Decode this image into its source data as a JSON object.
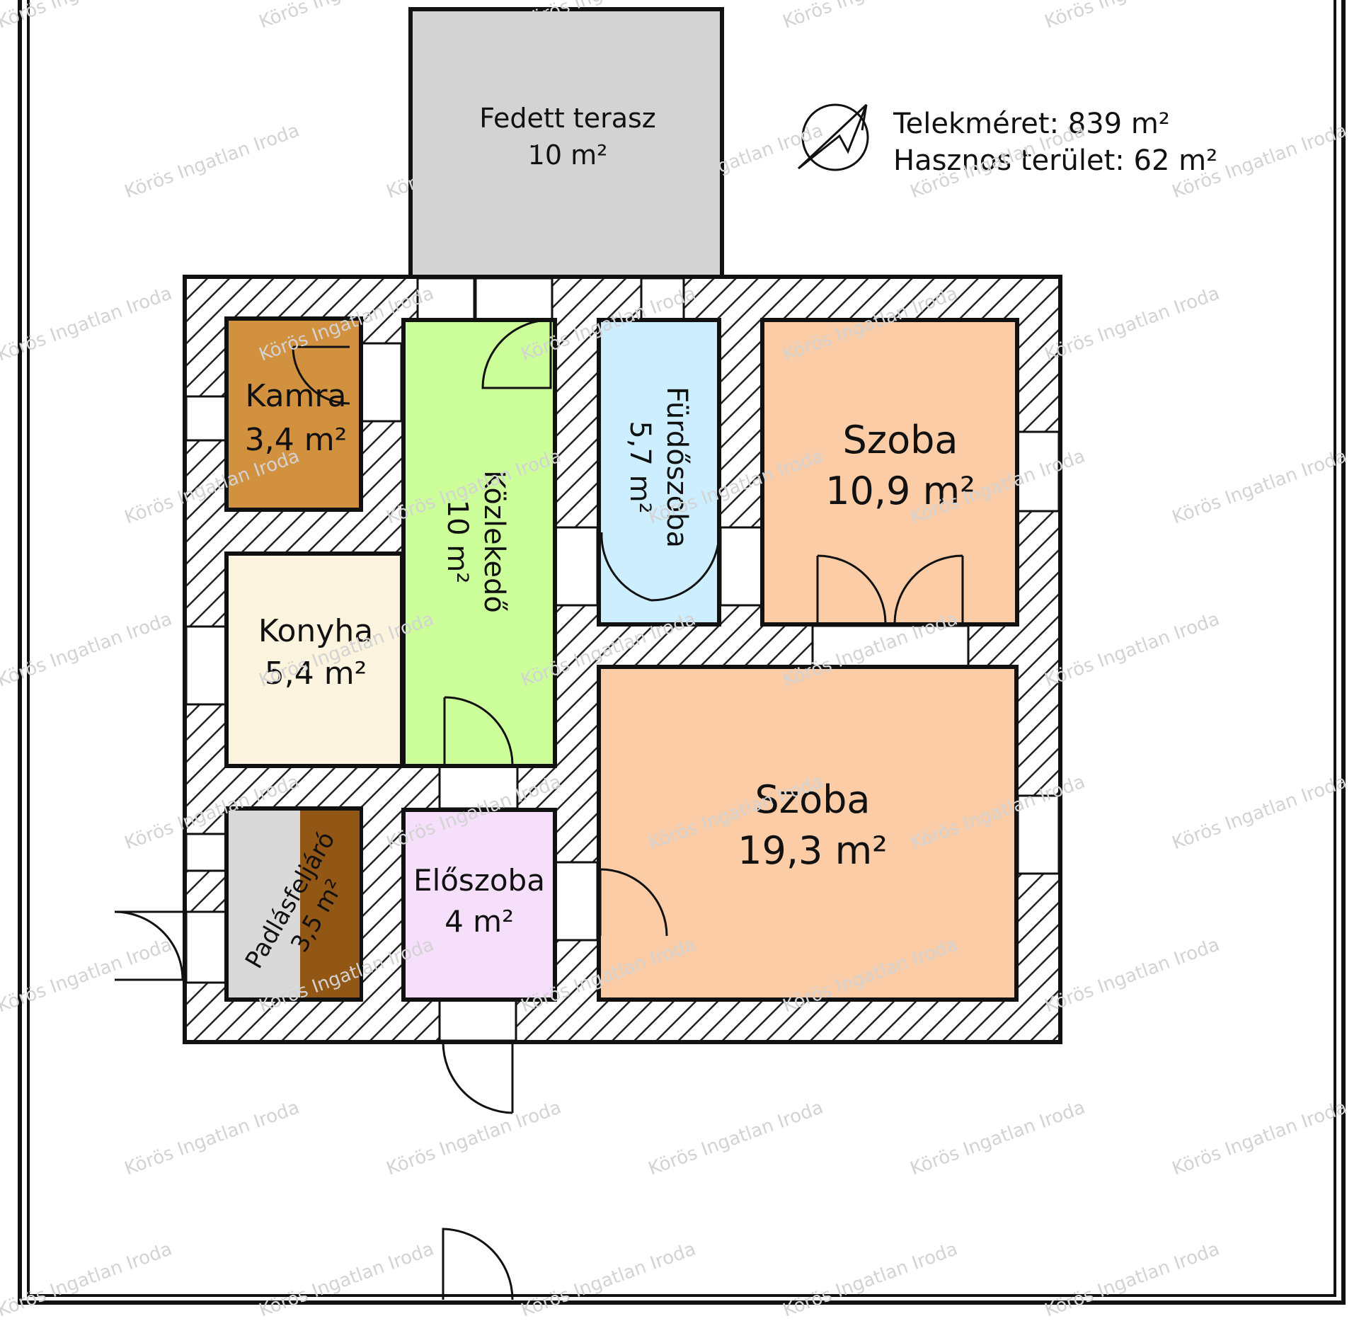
{
  "plot_info": {
    "lot_size": "Telekméret: 839 m²",
    "usable_area": "Hasznos terület: 62 m²"
  },
  "rooms": {
    "terrace": {
      "name": "Fedett terasz",
      "area": "10 m²",
      "color": "#d3d3d3"
    },
    "pantry": {
      "name": "Kamra",
      "area": "3,4 m²",
      "color": "#d1913e"
    },
    "corridor": {
      "name": "Közlekedő",
      "area": "10 m²",
      "color": "#ccff99"
    },
    "bathroom": {
      "name": "Fürdőszoba",
      "area": "5,7 m²",
      "color": "#cceeff"
    },
    "room_small": {
      "name": "Szoba",
      "area": "10,9 m²",
      "color": "#fbcca6"
    },
    "kitchen": {
      "name": "Konyha",
      "area": "5,4 m²",
      "color": "#fcf4de"
    },
    "room_large": {
      "name": "Szoba",
      "area": "19,3 m²",
      "color": "#fbcca6"
    },
    "attic_stairs": {
      "name": "Padlásfeljáró",
      "area": "3,5 m²",
      "color": "#d9d9d9",
      "stair_color": "#925615"
    },
    "hall": {
      "name": "Előszoba",
      "area": "4 m²",
      "color": "#f5dffb"
    }
  },
  "watermark_text": "Körös Ingatlan Iroda",
  "compass": "compass-icon"
}
